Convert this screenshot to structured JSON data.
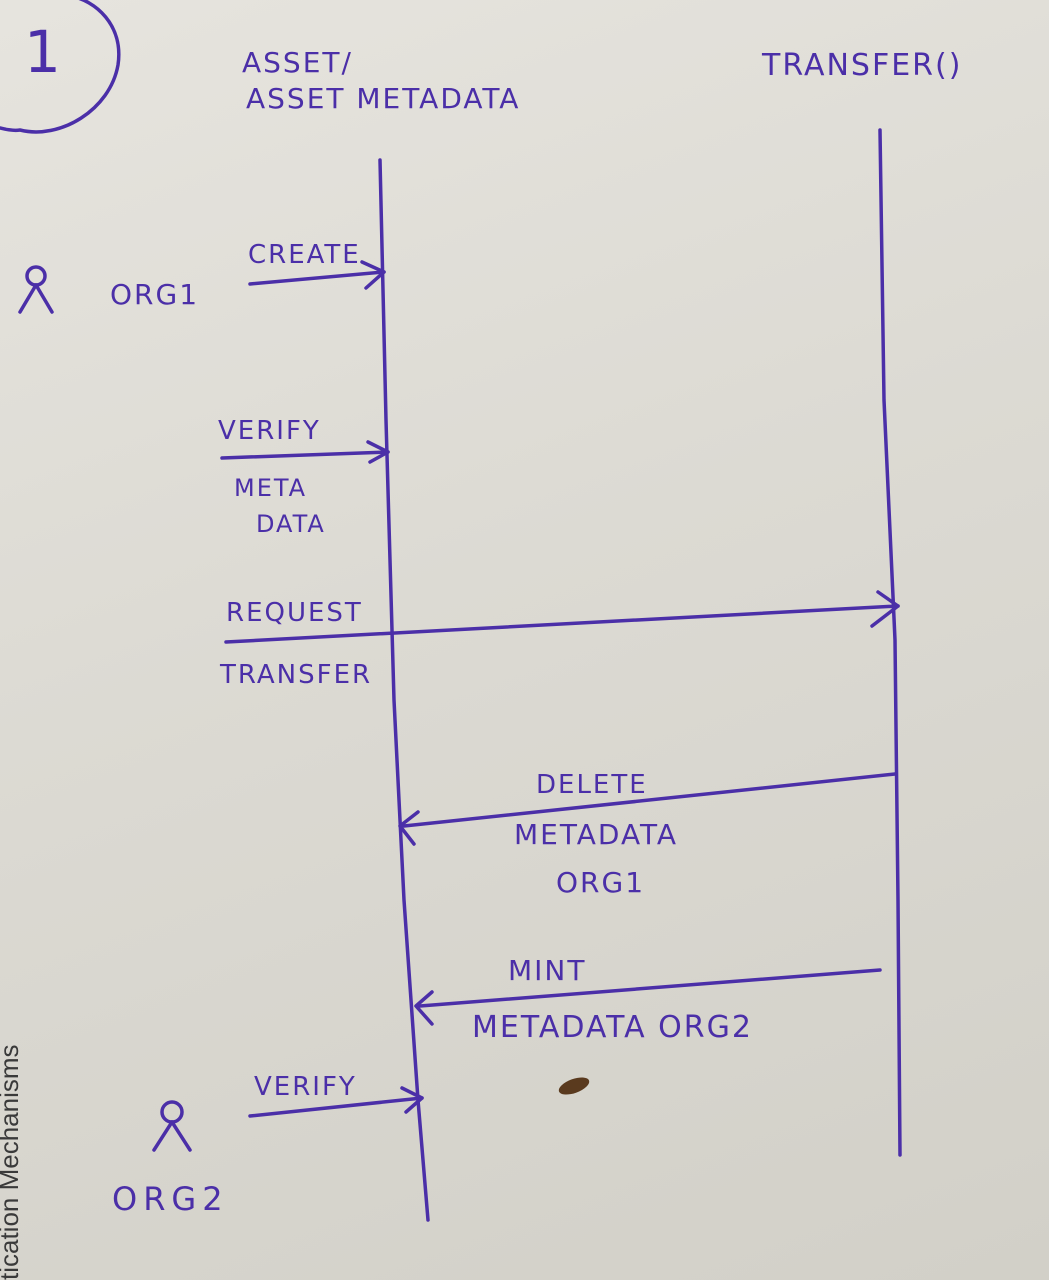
{
  "diagram": {
    "page_number": "1",
    "lifelines": [
      {
        "id": "asset",
        "label_line1": "ASSET/",
        "label_line2": "ASSET METADATA"
      },
      {
        "id": "transfer",
        "label": "TRANSFER()"
      }
    ],
    "actors": [
      {
        "id": "org1",
        "label": "ORG1"
      },
      {
        "id": "org2",
        "label": "ORG2"
      }
    ],
    "messages": [
      {
        "from": "org1",
        "to": "asset",
        "label_lines": [
          "CREATE"
        ]
      },
      {
        "from": "org1",
        "to": "asset",
        "label_lines": [
          "VERIFY",
          "META",
          "DATA"
        ]
      },
      {
        "from": "org1",
        "to": "transfer",
        "label_lines": [
          "REQUEST",
          "TRANSFER"
        ]
      },
      {
        "from": "transfer",
        "to": "asset",
        "label_lines": [
          "DELETE",
          "METADATA",
          "ORG1"
        ]
      },
      {
        "from": "transfer",
        "to": "asset",
        "label_lines": [
          "MINT",
          "METADATA ORG2"
        ]
      },
      {
        "from": "org2",
        "to": "asset",
        "label_lines": [
          "VERIFY"
        ]
      }
    ],
    "ink_color": "#4b2fa8"
  },
  "background_text": "tication Mechanisms"
}
